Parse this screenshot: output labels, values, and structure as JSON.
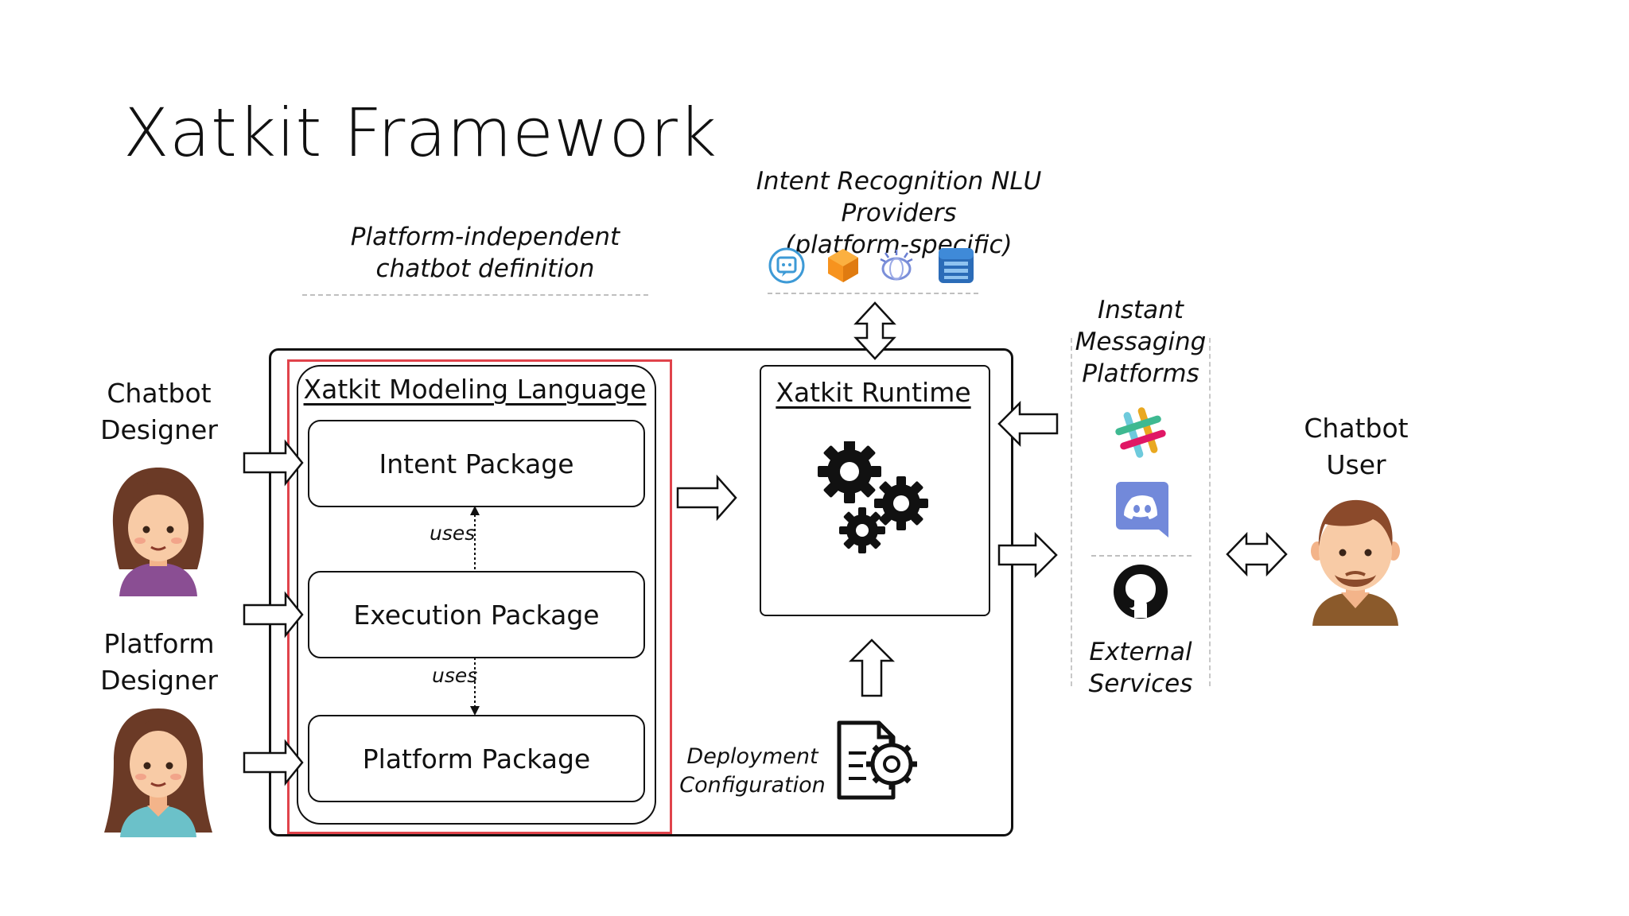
{
  "slide": {
    "title": "Xatkit Framework"
  },
  "captions": {
    "nlu_line1": "Intent Recognition NLU Providers",
    "nlu_line2": "(platform-specific)",
    "pid_line1": "Platform-independent",
    "pid_line2": "chatbot definition",
    "im_line1": "Instant",
    "im_line2": "Messaging",
    "im_line3": "Platforms",
    "ext_line1": "External",
    "ext_line2": "Services",
    "deploy_line1": "Deployment",
    "deploy_line2": "Configuration"
  },
  "roles": {
    "chatbot_designer_1": "Chatbot",
    "chatbot_designer_2": "Designer",
    "platform_designer_1": "Platform",
    "platform_designer_2": "Designer",
    "chatbot_user_1": "Chatbot",
    "chatbot_user_2": "User"
  },
  "modeling": {
    "title": "Xatkit Modeling Language",
    "intent": "Intent Package",
    "execution": "Execution Package",
    "platform": "Platform Package",
    "uses_1": "uses",
    "uses_2": "uses"
  },
  "runtime": {
    "title": "Xatkit Runtime"
  },
  "icons": {
    "nlu": [
      "dialogflow-icon",
      "amazon-lex-icon",
      "ibm-watson-icon",
      "azure-luis-icon"
    ],
    "im": [
      "slack-icon",
      "discord-icon"
    ],
    "ext": [
      "github-icon"
    ]
  },
  "colors": {
    "highlight": "#e0434b",
    "ink": "#111111",
    "dashed": "#bfbfbf"
  }
}
